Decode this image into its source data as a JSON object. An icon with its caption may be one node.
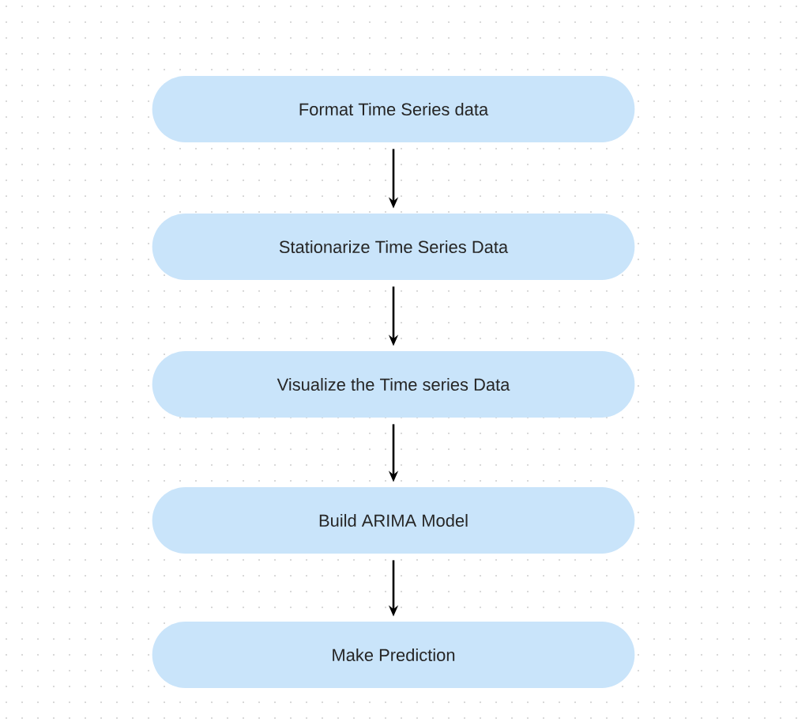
{
  "diagram": {
    "nodes": [
      {
        "text": [
          "Format Time Series data"
        ]
      },
      {
        "text": [
          "Stationarize Time Series Data"
        ]
      },
      {
        "text": [
          "Visualize the Time series Data"
        ]
      },
      {
        "text": [
          "Build ARIMA Model"
        ]
      },
      {
        "text": [
          "Make Prediction"
        ]
      }
    ],
    "edges": [
      {
        "from": 0,
        "to": 1,
        "arrow": "to"
      },
      {
        "from": 1,
        "to": 2,
        "arrow": "to"
      },
      {
        "from": 2,
        "to": 3,
        "arrow": "to"
      },
      {
        "from": 3,
        "to": 4,
        "arrow": "to"
      }
    ]
  }
}
